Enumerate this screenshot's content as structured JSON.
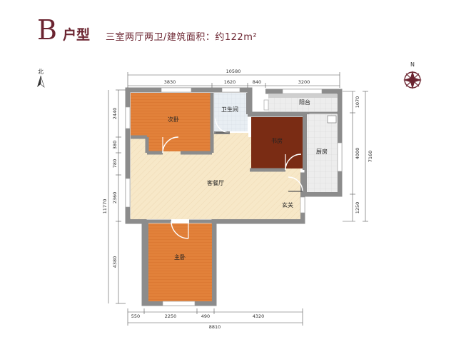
{
  "header": {
    "unit_letter": "B",
    "unit_word": "户型",
    "description": "三室两厅两卫/建筑面积：约122",
    "area_unit": "m²"
  },
  "compass": {
    "north_left": "北",
    "north_right": "N"
  },
  "rooms": {
    "secondary_bedroom": "次卧",
    "bathroom": "卫生间",
    "balcony": "阳台",
    "study": "书房",
    "kitchen": "厨房",
    "living_dining": "客餐厅",
    "entrance": "玄关",
    "master_bedroom": "主卧"
  },
  "dimensions": {
    "top_total": "10580",
    "top_segments": [
      "3830",
      "1620",
      "840",
      "3200"
    ],
    "bottom_total": "8810",
    "bottom_segments": [
      "550",
      "2250",
      "490",
      "4320"
    ],
    "left_total": "11770",
    "left_segments": [
      "2440",
      "380",
      "780",
      "2360",
      "4380"
    ],
    "right_total": "7160",
    "right_segments": [
      "1070",
      "4000",
      "1250"
    ]
  },
  "colors": {
    "brand": "#6b2430",
    "wall": "#8c8c8c",
    "bedroom_orange": "#e2813a",
    "study_brown": "#7a2c14",
    "living_floor": "#f7e8c8",
    "bathroom_blue": "#e8eef3",
    "kitchen_gray": "#ededed"
  }
}
